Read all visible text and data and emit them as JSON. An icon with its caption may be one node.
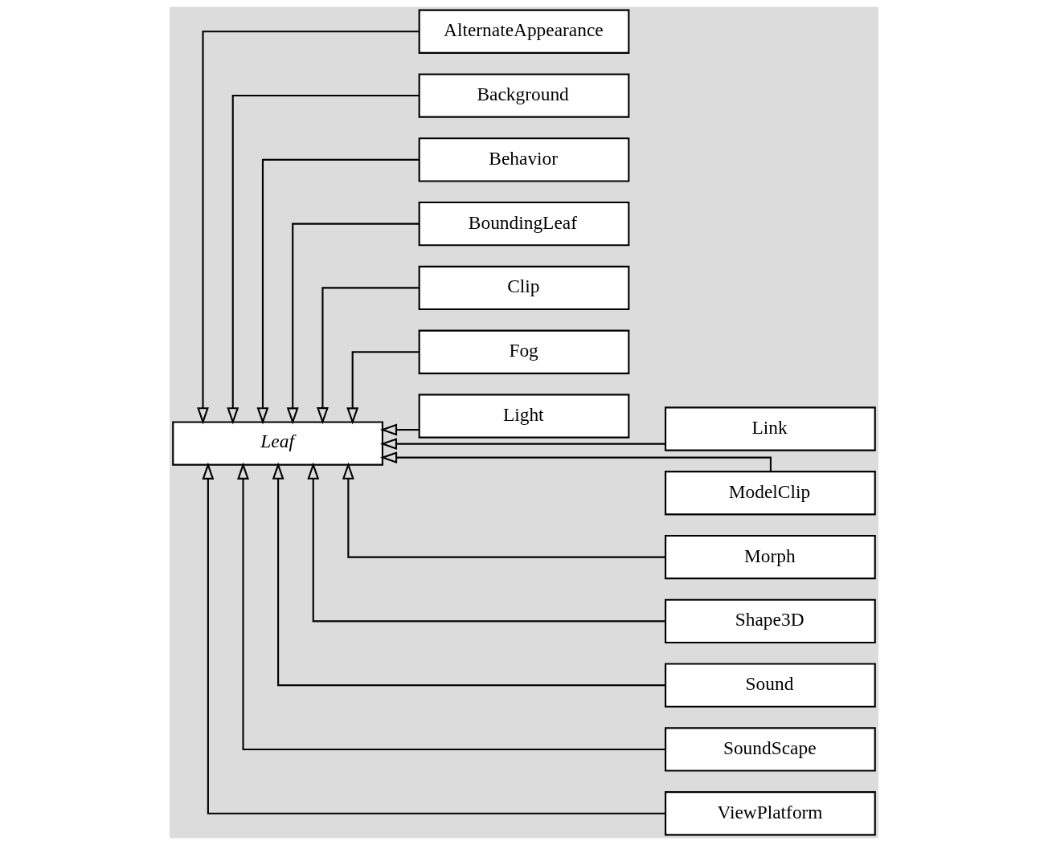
{
  "diagram": {
    "nodes": [
      {
        "text": [
          "Leaf"
        ]
      },
      {
        "text": [
          "AlternateAppearance"
        ]
      },
      {
        "text": [
          "Background"
        ]
      },
      {
        "text": [
          "Behavior"
        ]
      },
      {
        "text": [
          "BoundingLeaf"
        ]
      },
      {
        "text": [
          "Clip"
        ]
      },
      {
        "text": [
          "Fog"
        ]
      },
      {
        "text": [
          "Light"
        ]
      },
      {
        "text": [
          "Link"
        ]
      },
      {
        "text": [
          "ModelClip"
        ]
      },
      {
        "text": [
          "Morph"
        ]
      },
      {
        "text": [
          "Shape3D"
        ]
      },
      {
        "text": [
          "Sound"
        ]
      },
      {
        "text": [
          "SoundScape"
        ]
      },
      {
        "text": [
          "ViewPlatform"
        ]
      }
    ],
    "edges": [
      {
        "from": 1,
        "to": 0,
        "arrow": "to"
      },
      {
        "from": 2,
        "to": 0,
        "arrow": "to"
      },
      {
        "from": 3,
        "to": 0,
        "arrow": "to"
      },
      {
        "from": 4,
        "to": 0,
        "arrow": "to"
      },
      {
        "from": 5,
        "to": 0,
        "arrow": "to"
      },
      {
        "from": 6,
        "to": 0,
        "arrow": "to"
      },
      {
        "from": 7,
        "to": 0,
        "arrow": "to"
      },
      {
        "from": 8,
        "to": 0,
        "arrow": "to"
      },
      {
        "from": 9,
        "to": 0,
        "arrow": "to"
      },
      {
        "from": 10,
        "to": 0,
        "arrow": "to"
      },
      {
        "from": 11,
        "to": 0,
        "arrow": "to"
      },
      {
        "from": 12,
        "to": 0,
        "arrow": "to"
      },
      {
        "from": 13,
        "to": 0,
        "arrow": "to"
      },
      {
        "from": 14,
        "to": 0,
        "arrow": "to"
      }
    ]
  }
}
